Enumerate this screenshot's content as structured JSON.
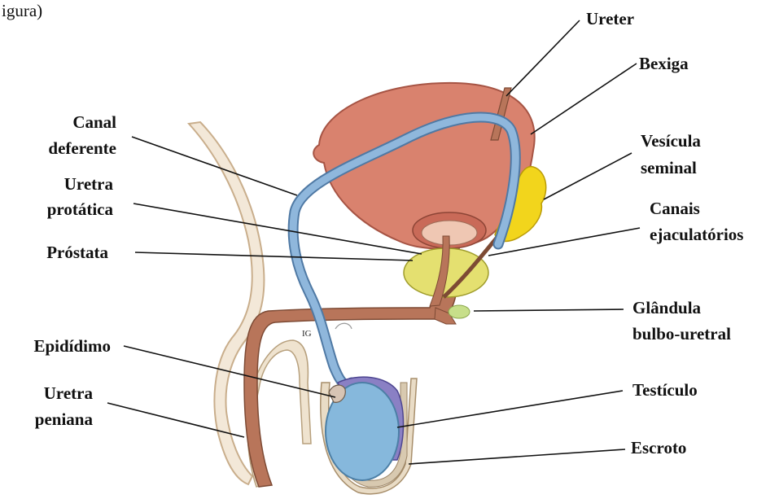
{
  "header_fragment": "igura)",
  "labels": {
    "ureter": "Ureter",
    "bexiga": "Bexiga",
    "canal_deferente": [
      "Canal",
      "deferente"
    ],
    "vesicula_seminal": [
      "Vesícula",
      "seminal"
    ],
    "uretra_prostatica": [
      "Uretra",
      "protática"
    ],
    "canais_ejaculatorios": [
      "Canais",
      "ejaculatórios"
    ],
    "prostata": "Próstata",
    "glandula_bulbouretral": [
      "Glândula",
      "bulbo-uretral"
    ],
    "epididimo": "Epidídimo",
    "ig": "IG",
    "testiculo": "Testículo",
    "uretra_peniana": [
      "Uretra",
      "peniana"
    ],
    "escroto": "Escroto"
  },
  "colors": {
    "bladder": "#d9826e",
    "bladder_dark": "#c96a58",
    "vas_deferens": "#6f9fc8",
    "seminal_vesicle": "#f2d51c",
    "prostate": "#e4e070",
    "urethra": "#b8755a",
    "testis": "#86b8dc",
    "penis_outline": "#d8c3a6",
    "bulbourethral": "#c7df8a"
  }
}
